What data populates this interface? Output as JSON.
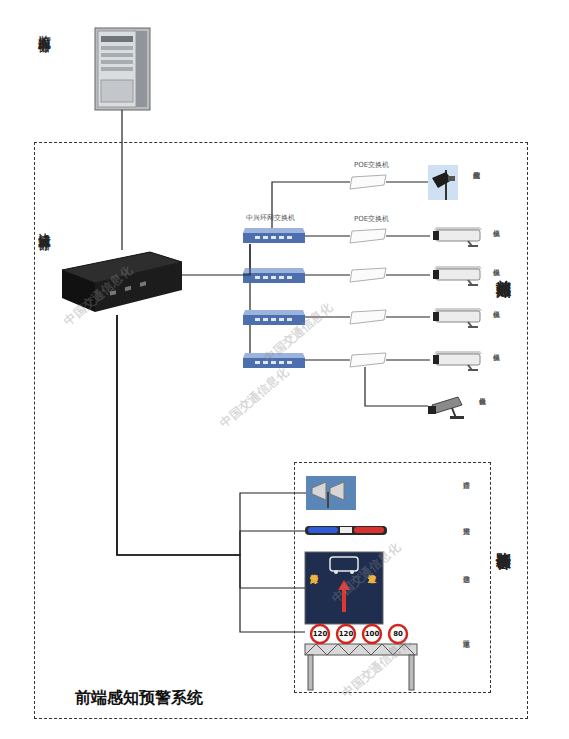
{
  "diagram": {
    "title": "前端感知预警系统",
    "nodes": [
      {
        "text": [
          "监控中心服务器"
        ]
      },
      {
        "text": [
          "前端感知预警系统"
        ]
      },
      {
        "text": [
          "边缘计算服务器"
        ],
        "in": 1
      },
      {
        "text": [
          "中兴环网交换机"
        ],
        "in": 1
      },
      {
        "text": [
          "POE交换机"
        ],
        "in": 1
      },
      {
        "text": [
          "POE交换机"
        ],
        "in": 1
      },
      {
        "text": [
          "能见度检测仪"
        ],
        "in": 1
      },
      {
        "text": [
          "摄像机"
        ],
        "in": 1
      },
      {
        "text": [
          "摄像机"
        ],
        "in": 1
      },
      {
        "text": [
          "摄像机"
        ],
        "in": 1
      },
      {
        "text": [
          "摄像机"
        ],
        "in": 1
      },
      {
        "text": [
          "云台摄像机"
        ],
        "in": 1
      },
      {
        "text": [
          "路侧设备"
        ],
        "in": 1
      },
      {
        "text": [
          "语音广播"
        ],
        "in": 12
      },
      {
        "text": [
          "声光报警"
        ],
        "in": 12
      },
      {
        "text": [
          "信息诱导"
        ],
        "in": 12
      },
      {
        "text": [
          "车道限速"
        ],
        "in": 12
      }
    ],
    "edges": [
      {
        "from": 0,
        "to": 2,
        "arrow": "none"
      },
      {
        "from": 2,
        "to": 3,
        "arrow": "none"
      },
      {
        "from": 3,
        "to": 4,
        "arrow": "none"
      },
      {
        "from": 3,
        "to": 5,
        "arrow": "none"
      },
      {
        "from": 4,
        "to": 6,
        "arrow": "none"
      },
      {
        "from": 5,
        "to": 7,
        "arrow": "none"
      },
      {
        "from": 2,
        "to": 13,
        "arrow": "none"
      },
      {
        "from": 2,
        "to": 14,
        "arrow": "none"
      },
      {
        "from": 2,
        "to": 15,
        "arrow": "none"
      },
      {
        "from": 2,
        "to": 16,
        "arrow": "none"
      }
    ],
    "labels": [
      "前端感知",
      "前方违停",
      "注意避让",
      "120",
      "120",
      "100",
      "80",
      "中国交通信息化",
      "中国交通信息化",
      "中国交通信息化",
      "中国交通信息化",
      "中国交通信息化"
    ]
  }
}
